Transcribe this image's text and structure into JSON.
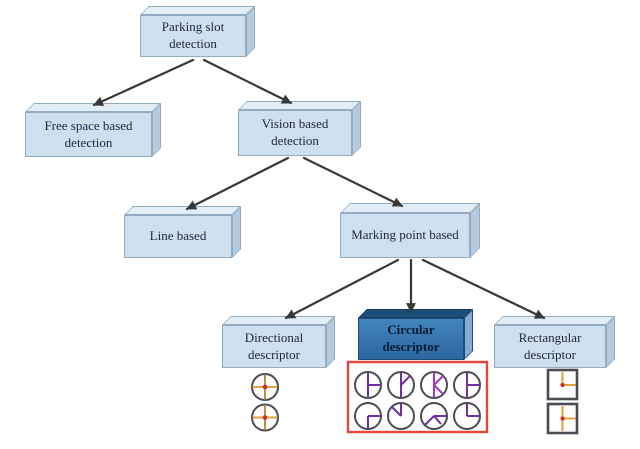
{
  "diagram": {
    "title_implicit": "Parking slot detection taxonomy",
    "nodes": {
      "parking": {
        "label": "Parking slot detection"
      },
      "free_space": {
        "label": "Free space based detection"
      },
      "vision": {
        "label": "Vision based detection"
      },
      "line": {
        "label": "Line based"
      },
      "marking": {
        "label": "Marking point based"
      },
      "directional": {
        "label": "Directional descriptor"
      },
      "circular": {
        "label": "Circular descriptor"
      },
      "rectangular": {
        "label": "Rectangular descriptor"
      }
    },
    "edges": [
      {
        "from": "parking",
        "to": "free_space"
      },
      {
        "from": "parking",
        "to": "vision"
      },
      {
        "from": "vision",
        "to": "line"
      },
      {
        "from": "vision",
        "to": "marking"
      },
      {
        "from": "marking",
        "to": "directional"
      },
      {
        "from": "marking",
        "to": "circular"
      },
      {
        "from": "marking",
        "to": "rectangular"
      }
    ],
    "icons": {
      "directional_samples": "2 circles with orange cross and red center dot",
      "circular_samples": "8 circles with purple T/L/K shaped rays inside red highlight box",
      "rectangular_samples": "2 squares with orange corner/T lines and red center dot"
    },
    "colors": {
      "box_front": "#cedfee",
      "box_top": "#e3edf6",
      "box_side": "#b5cadd",
      "box_border": "#93abc1",
      "highlight_front": "#4384bc",
      "highlight_top": "#1e4e7a",
      "highlight_side": "#86add1",
      "arrow": "#383838",
      "red_box": "#e2483a",
      "icon_outline": "#4b4b53",
      "icon_orange": "#dfa23b",
      "icon_red_dot": "#cd2b1c",
      "icon_purple": "#7030a0",
      "icon_magenta": "#a23ac0"
    }
  }
}
